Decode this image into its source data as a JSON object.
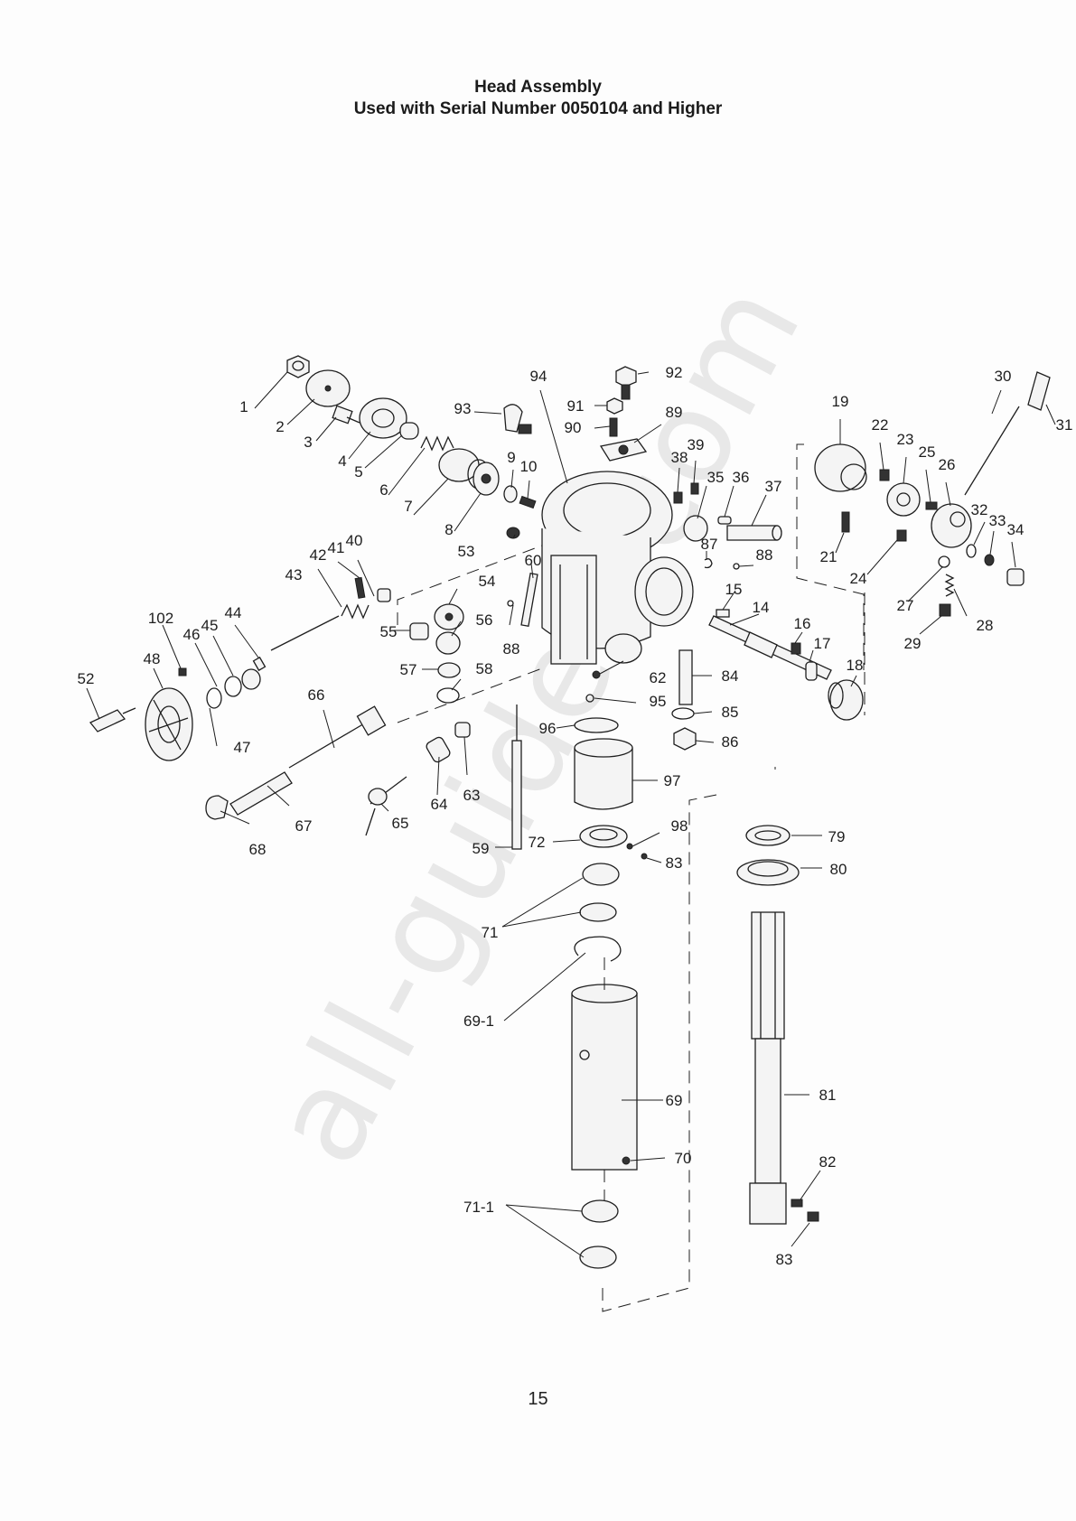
{
  "title": "Head Assembly",
  "subtitle": "Used with Serial Number 0050104 and Higher",
  "page_number": "15",
  "watermark": "all-guides.com",
  "callouts": [
    "1",
    "2",
    "3",
    "4",
    "5",
    "6",
    "7",
    "8",
    "9",
    "10",
    "14",
    "15",
    "16",
    "17",
    "18",
    "19",
    "21",
    "22",
    "23",
    "24",
    "25",
    "26",
    "27",
    "28",
    "29",
    "30",
    "31",
    "32",
    "33",
    "34",
    "35",
    "36",
    "37",
    "38",
    "39",
    "40",
    "41",
    "42",
    "43",
    "44",
    "45",
    "46",
    "47",
    "48",
    "52",
    "53",
    "54",
    "55",
    "56",
    "57",
    "58",
    "59",
    "60",
    "62",
    "63",
    "64",
    "65",
    "66",
    "67",
    "68",
    "69",
    "69-1",
    "70",
    "71",
    "71-1",
    "72",
    "79",
    "80",
    "81",
    "82",
    "83",
    "84",
    "85",
    "86",
    "87",
    "88",
    "89",
    "90",
    "91",
    "92",
    "93",
    "94",
    "95",
    "96",
    "97",
    "98",
    "102"
  ]
}
